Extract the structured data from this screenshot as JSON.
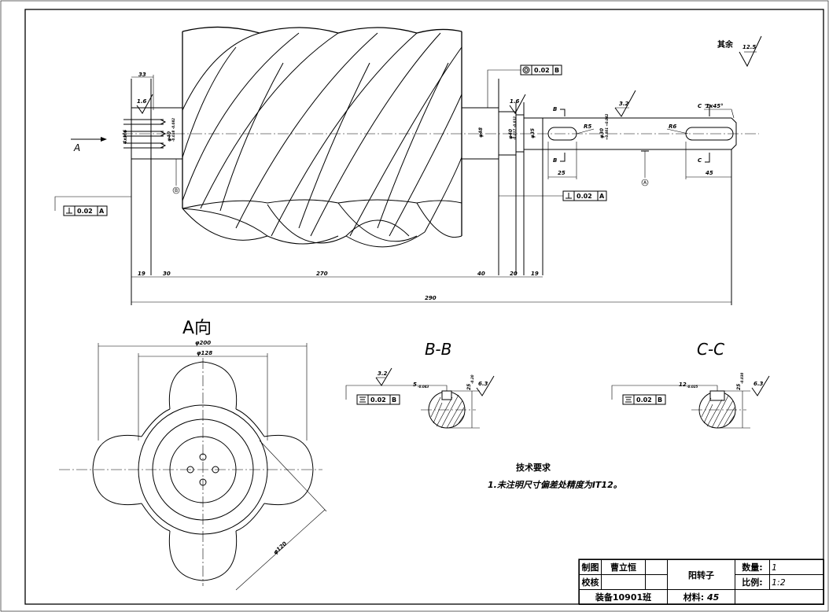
{
  "drawing": {
    "views": {
      "a_view": "A向",
      "b_section": "B-B",
      "c_section": "C-C",
      "arrow_a": "A"
    },
    "roughness": {
      "other": "其余",
      "other_value": "12.5",
      "r16": "1.6",
      "r32": "3.2",
      "r63": "6.3"
    },
    "tolerances": {
      "coax": "0.02",
      "perp_left": "0.02",
      "perp_right": "0.02",
      "sym_b": "0.02",
      "sym_c": "0.02",
      "datum_a": "A",
      "datum_b": "B"
    },
    "dims": {
      "d33": "33",
      "d19a": "19",
      "d30": "30",
      "d270": "270",
      "d40": "40",
      "d20": "20",
      "d19b": "19",
      "d290": "290",
      "d25": "25",
      "d45": "45",
      "r5": "R5",
      "r6": "R6",
      "chamfer": "1x45°",
      "phi200": "φ200",
      "phi128": "φ128",
      "phi120": "φ120",
      "phi48": "φ48",
      "phi35": "φ35",
      "phi40": "φ40",
      "phi40_tol": "-0.017 -0.032",
      "phi30": "φ30",
      "phi30_tol": "+0.001 +0.042",
      "phi40l": "φ40",
      "phi40l_tol": "-0.038 -0.082",
      "m4": "4xM6",
      "key_b": "5",
      "key_b_tol": "-0.043",
      "key_b_depth": "25",
      "key_b_depth_tol": "-0.20",
      "key_c": "12",
      "key_c_tol": "-0.025",
      "key_c_depth": "25",
      "key_c_depth_tol": "-0.030",
      "sec_b": "B",
      "sec_c": "C"
    }
  },
  "notes": {
    "heading": "技术要求",
    "item1": "1.未注明尺寸偏差处精度为IT12。"
  },
  "title_block": {
    "drawn_label": "制图",
    "drawn_name": "曹立恒",
    "checked_label": "校核",
    "class_name": "装备10901班",
    "part_name": "阳转子",
    "material_label": "材料:",
    "material_value": "45",
    "qty_label": "数量:",
    "qty_value": "1",
    "scale_label": "比例:",
    "scale_value": "1:2"
  }
}
